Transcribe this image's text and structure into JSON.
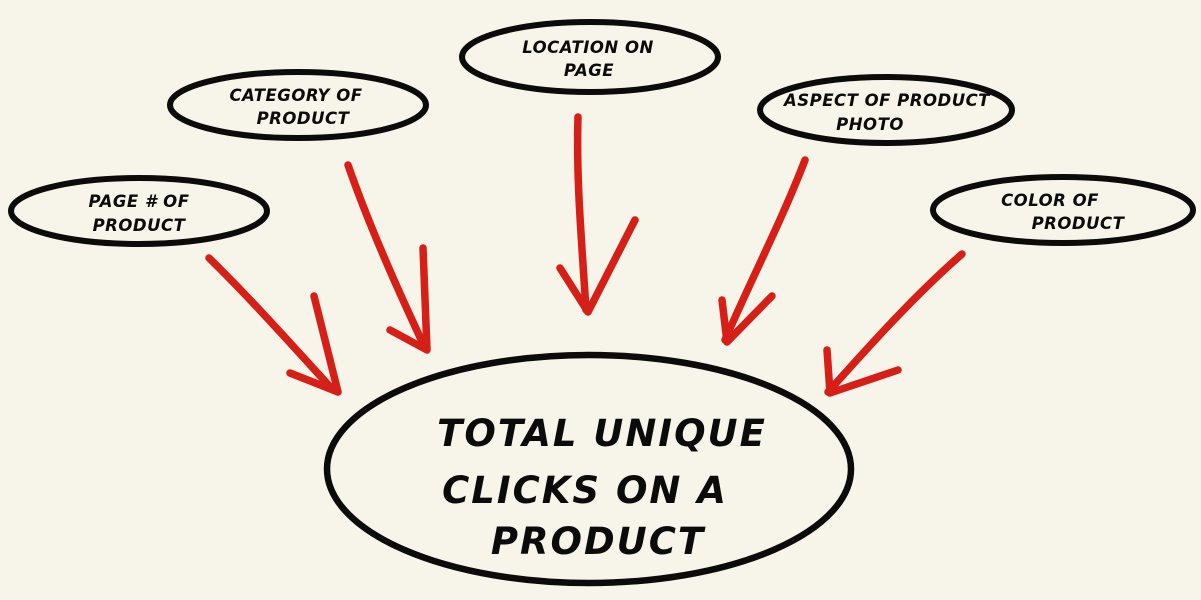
{
  "diagram": {
    "center": {
      "lines": [
        "TOTAL UNIQUE",
        "CLICKS ON A",
        "PRODUCT"
      ]
    },
    "nodes": [
      {
        "id": "page-number",
        "lines": [
          "PAGE # OF",
          "PRODUCT"
        ]
      },
      {
        "id": "category",
        "lines": [
          "CATEGORY OF",
          "PRODUCT"
        ]
      },
      {
        "id": "location",
        "lines": [
          "LOCATION ON",
          "PAGE"
        ]
      },
      {
        "id": "aspect",
        "lines": [
          "ASPECT OF PRODUCT",
          "PHOTO"
        ]
      },
      {
        "id": "color",
        "lines": [
          "COLOR OF",
          "PRODUCT"
        ]
      }
    ],
    "colors": {
      "background": "#f7f5ea",
      "ink": "#0b0b0b",
      "arrow": "#d51f17"
    }
  }
}
